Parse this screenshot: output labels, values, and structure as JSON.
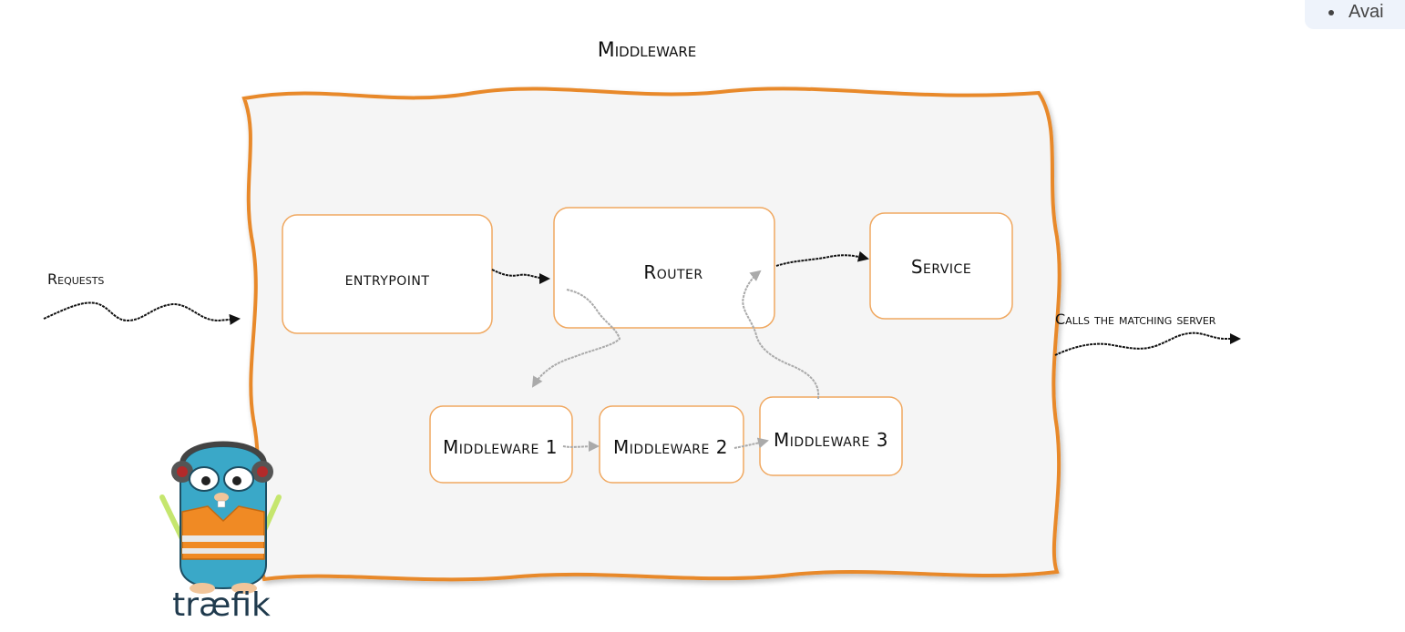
{
  "diagram": {
    "title": "Middleware",
    "requests_label": "Requests",
    "calls_label": "Calls the matching server",
    "nodes": {
      "entrypoint": "entrypoint",
      "router": "Router",
      "service": "Service",
      "middleware_1": "Middleware 1",
      "middleware_2": "Middleware 2",
      "middleware_3": "Middleware 3"
    },
    "colors": {
      "frame": "#e8892b",
      "box_border": "#f0a860",
      "panel_fill": "#f5f5f5",
      "flow_arrow": "#111111",
      "middleware_arrow": "#aaaaaa"
    }
  },
  "logo": {
    "text": "træfik",
    "mascot": "gopher-mascot-icon"
  },
  "chip": {
    "text": "Avai"
  }
}
